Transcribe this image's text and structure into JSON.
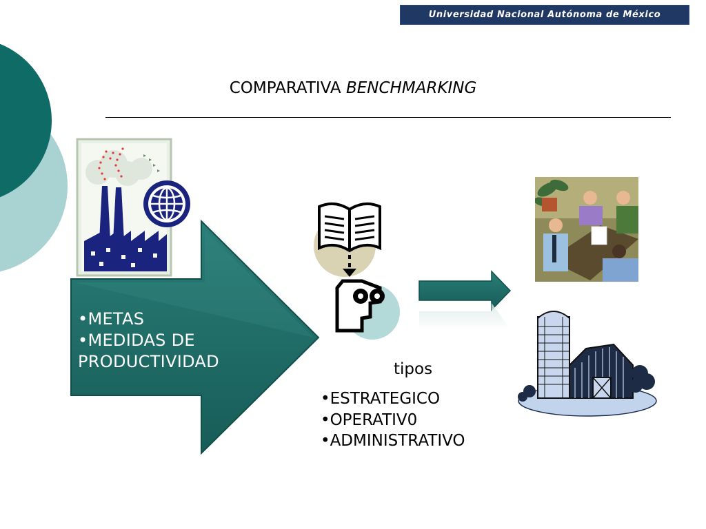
{
  "header": {
    "institution": "Universidad Nacional Autónoma de México"
  },
  "slide": {
    "title_prefix": "COMPARATIVA",
    "title_emphasis": "BENCHMARKING"
  },
  "main_arrow": {
    "items": [
      "•METAS",
      "•MEDIDAS DE",
      "PRODUCTIVIDAD"
    ]
  },
  "tipos": {
    "label": "tipos",
    "items": [
      "•ESTRATEGICO",
      "•OPERATIV0",
      "•ADMINISTRATIVO"
    ]
  },
  "colors": {
    "banner": "#1f3864",
    "teal_dark": "#0f6b65",
    "teal_light": "#a9d3d3",
    "arrow_fill": "#1e6a65",
    "factory_blue": "#1a237e"
  },
  "icons": [
    "factory-globe-clipart",
    "open-book-thinker-clipart",
    "business-meeting-clipart",
    "barn-silo-clipart"
  ]
}
